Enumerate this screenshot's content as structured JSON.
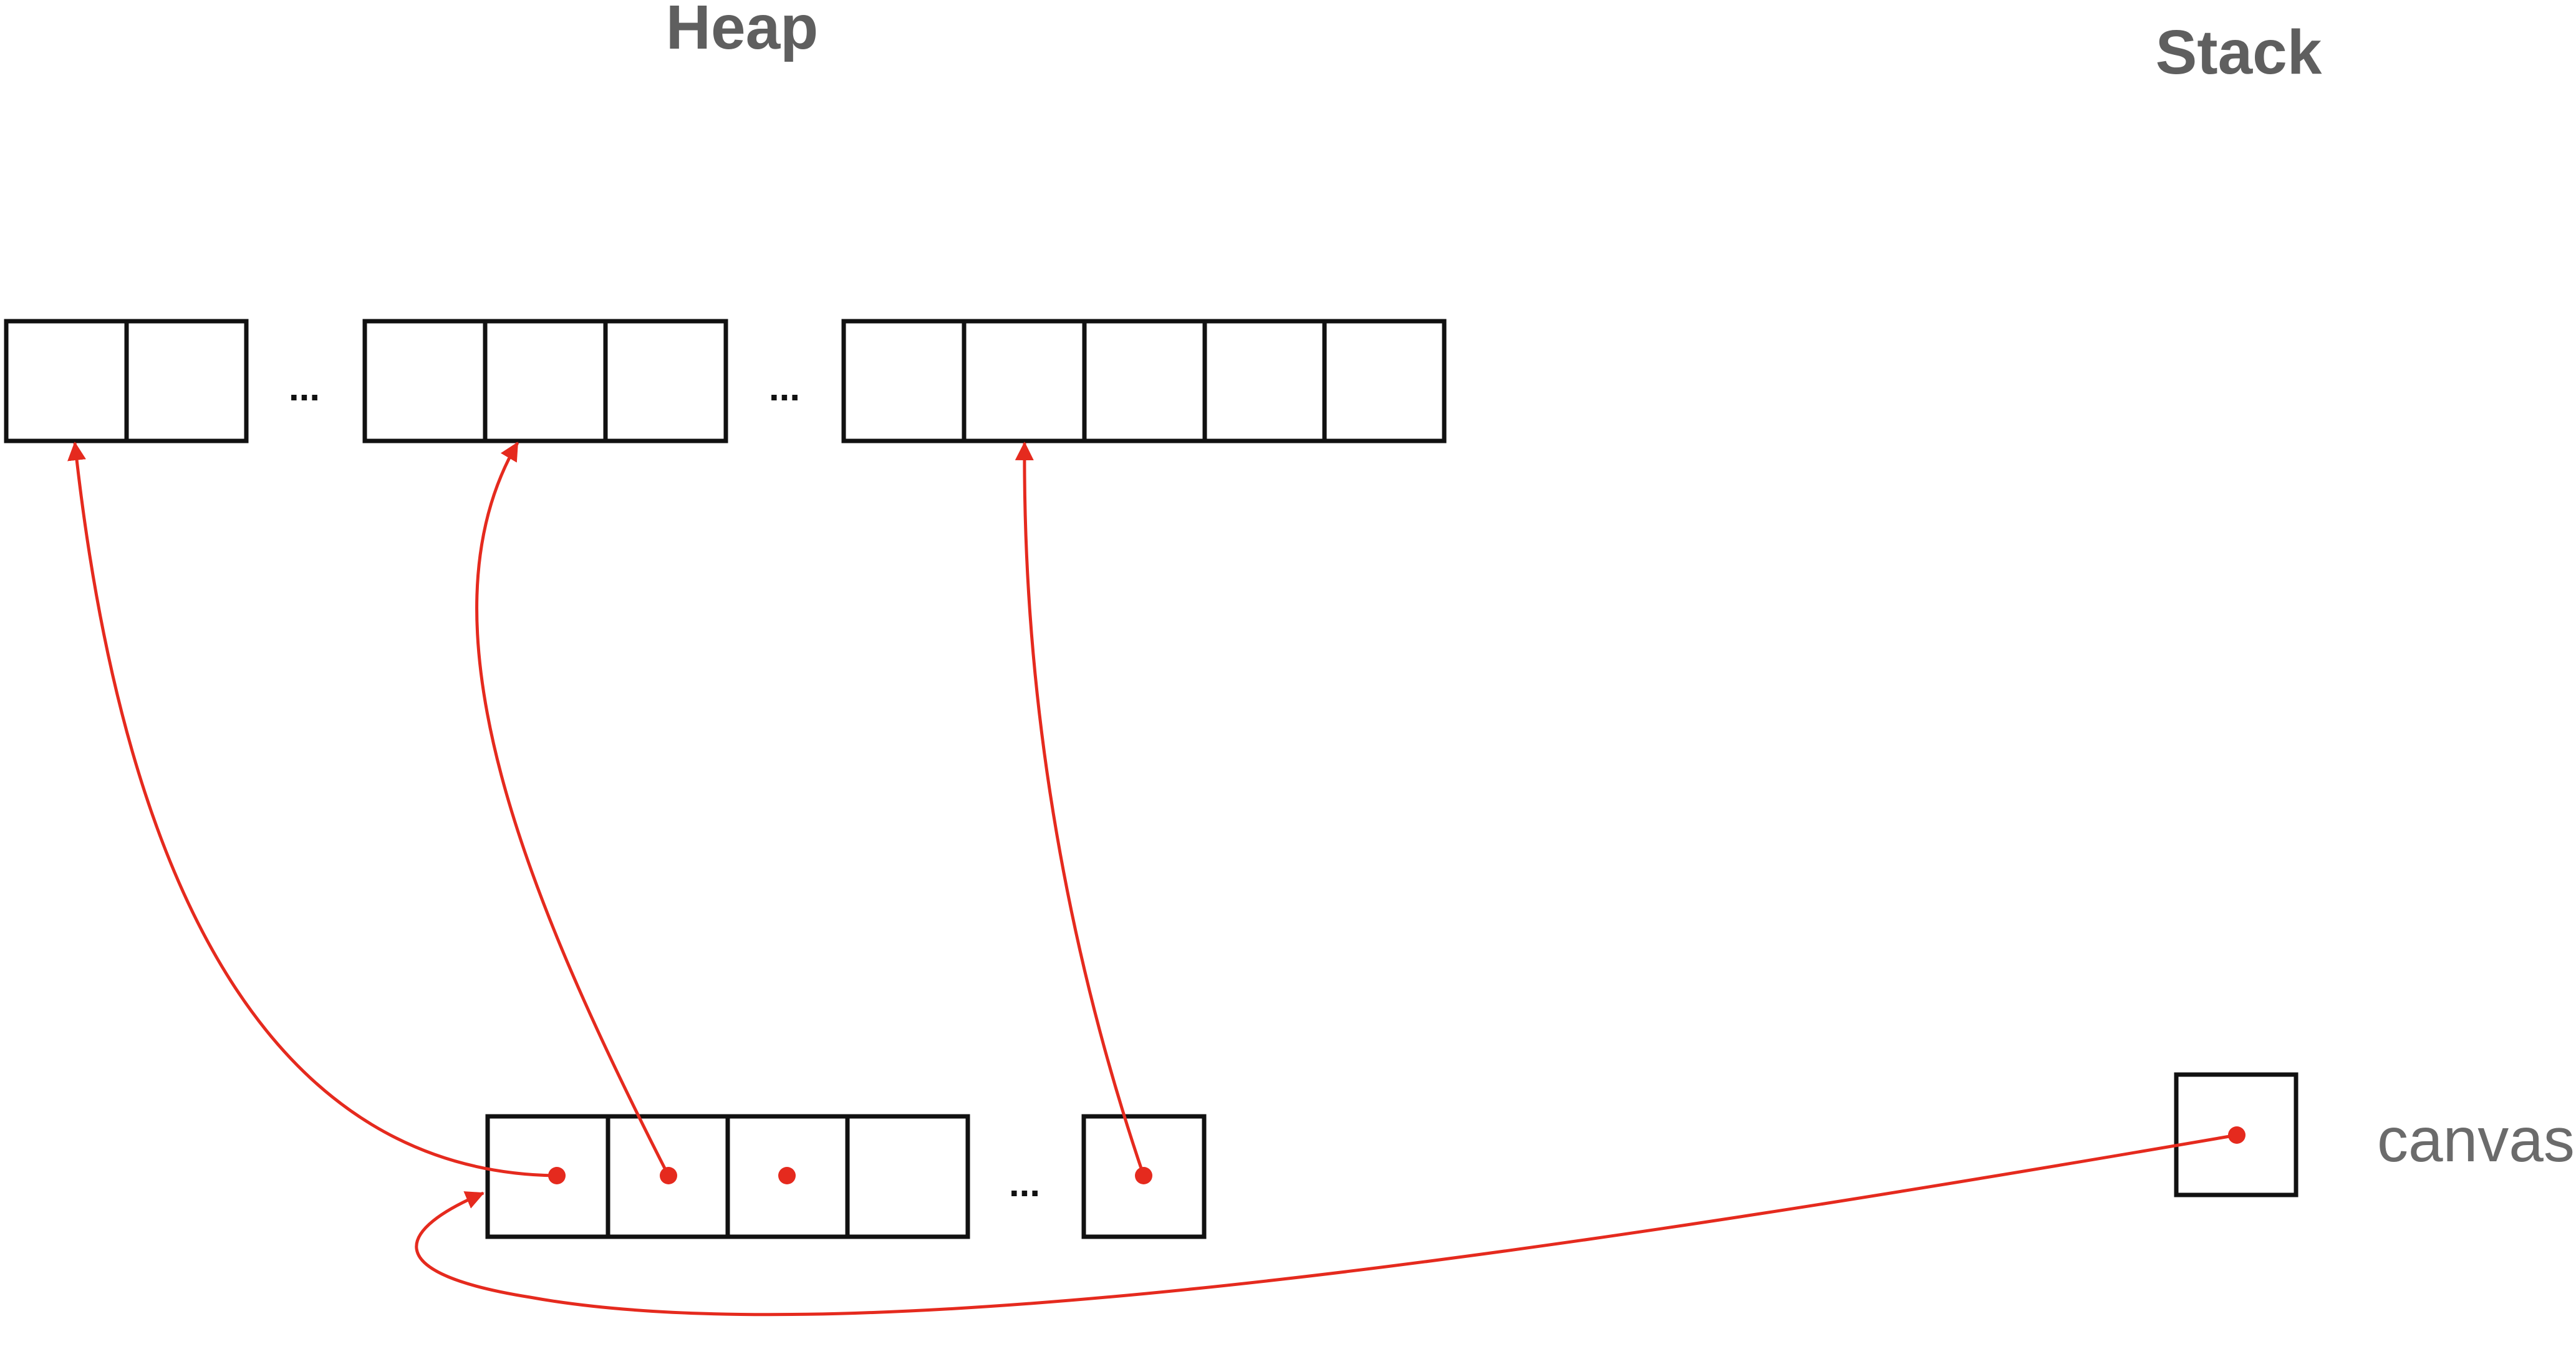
{
  "headings": {
    "heap": "Heap",
    "stack": "Stack"
  },
  "ellipsis": "...",
  "stack_variable": {
    "label": "canvas"
  },
  "colors": {
    "pointer": "#e52a1e",
    "cell_border": "#111111",
    "heading_text": "#5f5f5f"
  }
}
